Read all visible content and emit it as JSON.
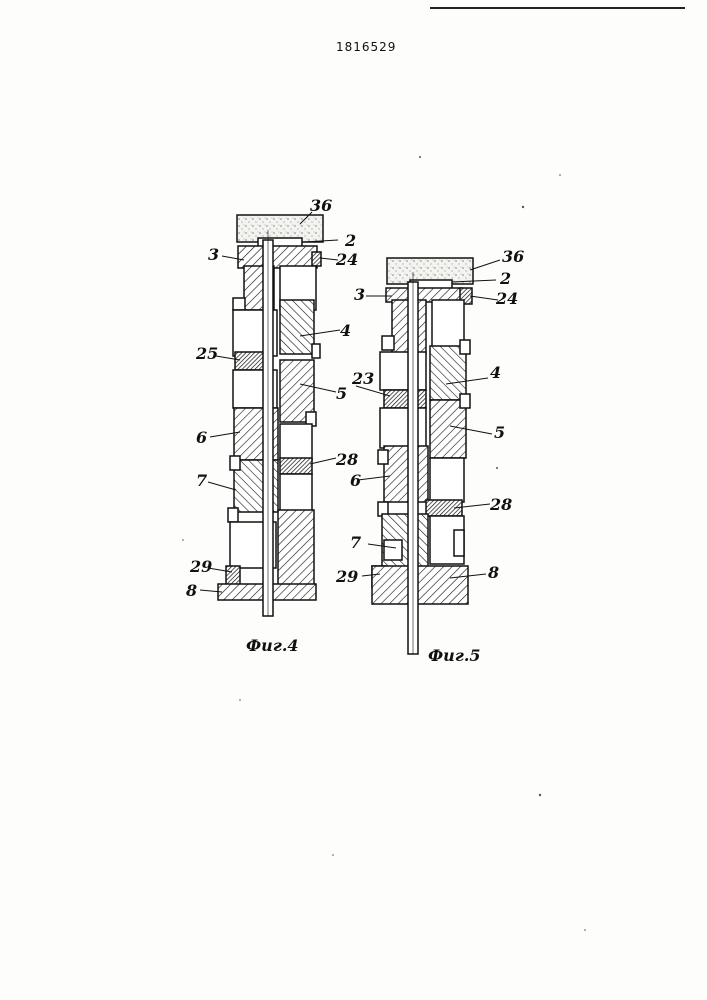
{
  "document": {
    "patent_number": "1816529"
  },
  "figures": [
    {
      "caption": "Фиг.4",
      "labels": {
        "l36": "36",
        "l2": "2",
        "l3": "3",
        "l24": "24",
        "l4": "4",
        "l25": "25",
        "l5": "5",
        "l6": "6",
        "l28": "28",
        "l7": "7",
        "l29": "29",
        "l8": "8"
      }
    },
    {
      "caption": "Фиг.5",
      "labels": {
        "l36": "36",
        "l2": "2",
        "l3": "3",
        "l24": "24",
        "l4": "4",
        "l23": "23",
        "l5": "5",
        "l6": "6",
        "l28": "28",
        "l7": "7",
        "l29": "29",
        "l8": "8"
      }
    }
  ]
}
